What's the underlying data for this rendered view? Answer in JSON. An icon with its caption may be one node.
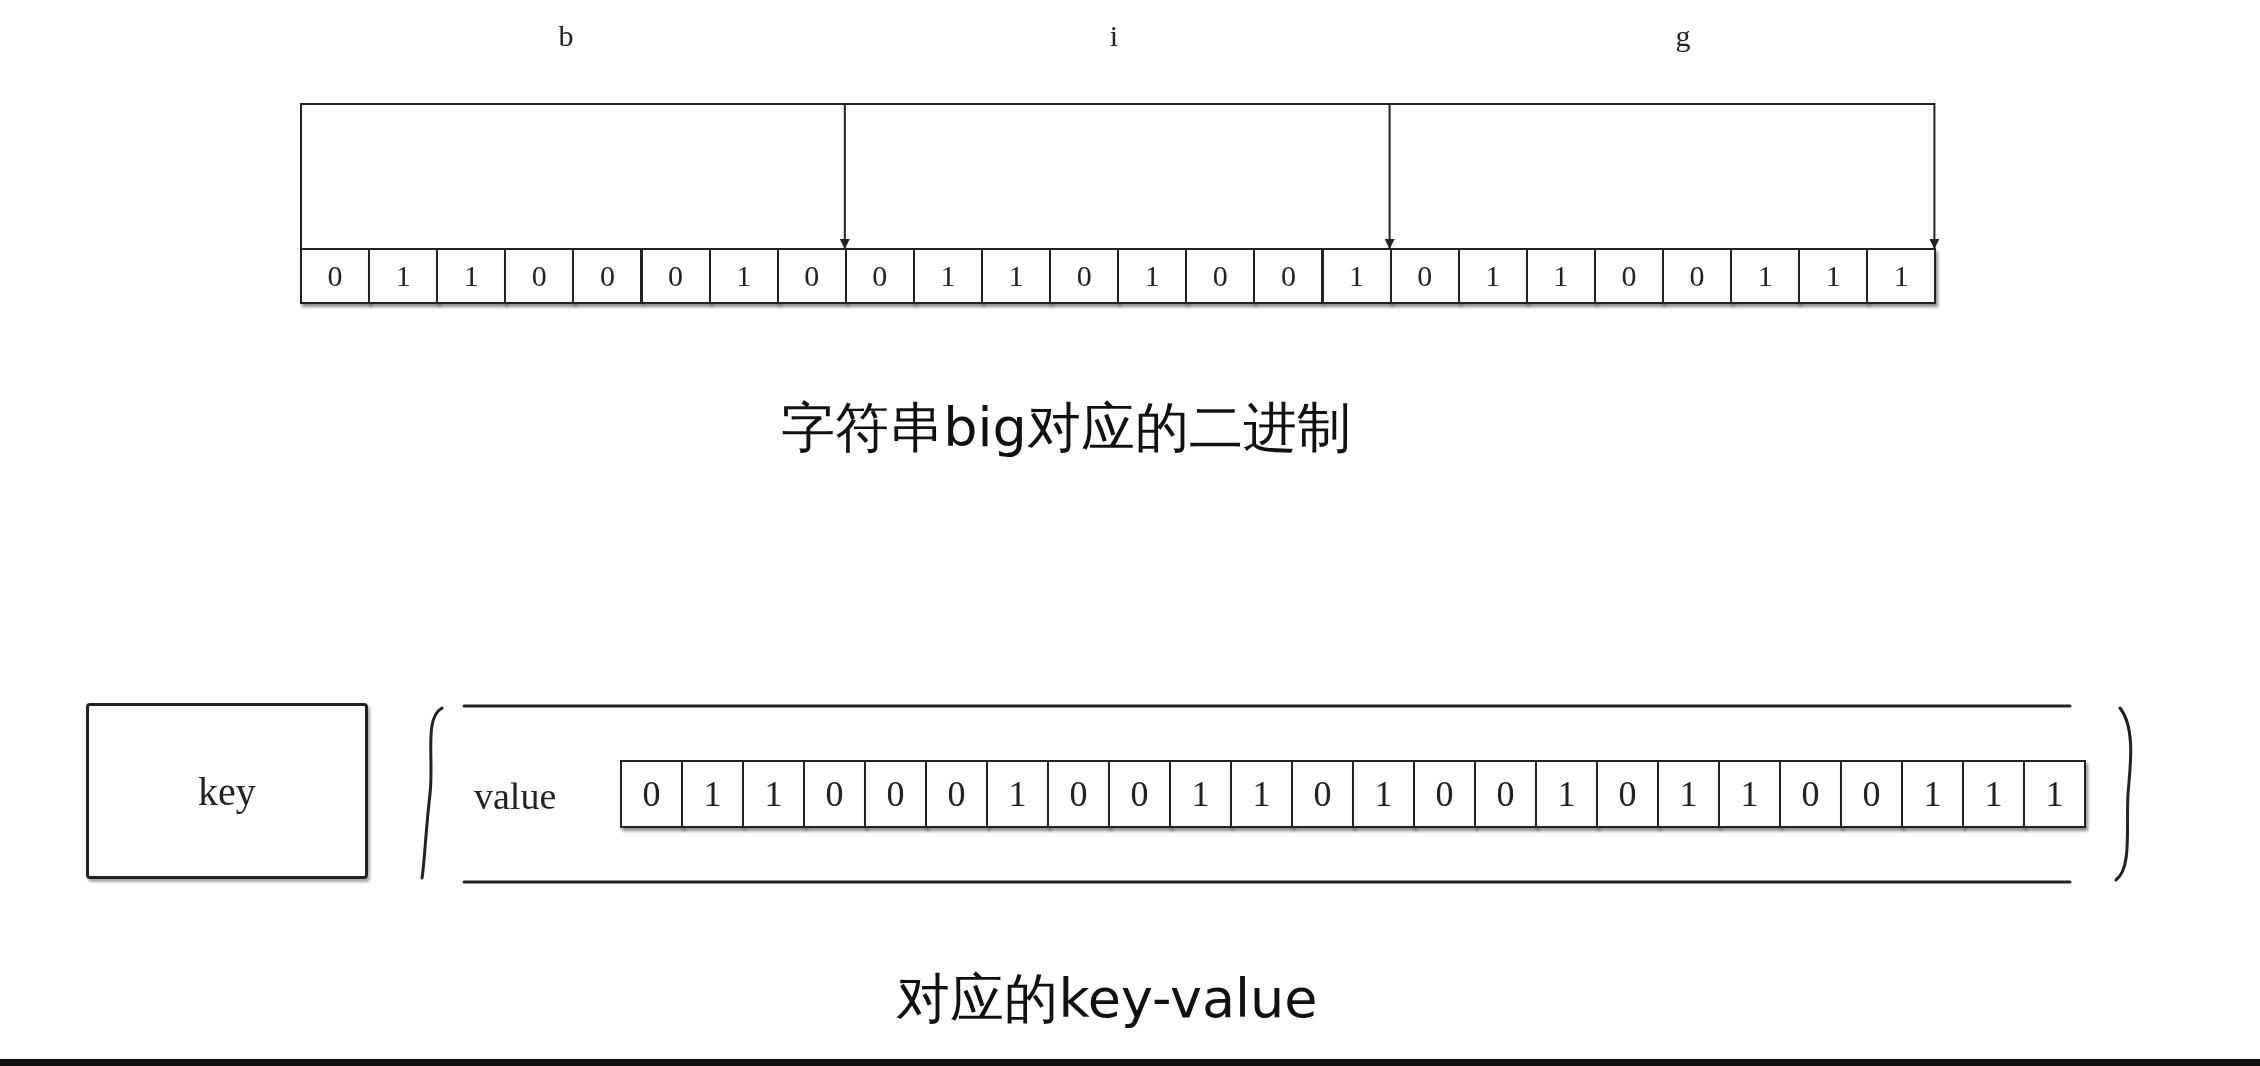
{
  "diagram": {
    "nodes": [
      {
        "text": [
          "0"
        ]
      },
      {
        "text": [
          "1"
        ]
      },
      {
        "text": [
          "1"
        ]
      },
      {
        "text": [
          "0"
        ]
      },
      {
        "text": [
          "0"
        ]
      },
      {
        "text": [
          "0"
        ]
      },
      {
        "text": [
          "1"
        ]
      },
      {
        "text": [
          "0"
        ]
      },
      {
        "text": [
          "0"
        ]
      },
      {
        "text": [
          "1"
        ]
      },
      {
        "text": [
          "1"
        ]
      },
      {
        "text": [
          "0"
        ]
      },
      {
        "text": [
          "1"
        ]
      },
      {
        "text": [
          "0"
        ]
      },
      {
        "text": [
          "0"
        ]
      },
      {
        "text": [
          "1"
        ]
      },
      {
        "text": [
          "0"
        ]
      },
      {
        "text": [
          "1"
        ]
      },
      {
        "text": [
          "1"
        ]
      },
      {
        "text": [
          "0"
        ]
      },
      {
        "text": [
          "0"
        ]
      },
      {
        "text": [
          "1"
        ]
      },
      {
        "text": [
          "1"
        ]
      },
      {
        "text": [
          "1"
        ]
      },
      {
        "text": [
          "key"
        ]
      },
      {
        "text": [
          "value"
        ]
      },
      {
        "text": [
          "0"
        ],
        "in": 25
      },
      {
        "text": [
          "1"
        ],
        "in": 25
      },
      {
        "text": [
          "1"
        ],
        "in": 25
      },
      {
        "text": [
          "0"
        ],
        "in": 25
      },
      {
        "text": [
          "0"
        ],
        "in": 25
      },
      {
        "text": [
          "0"
        ],
        "in": 25
      },
      {
        "text": [
          "1"
        ],
        "in": 25
      },
      {
        "text": [
          "0"
        ],
        "in": 25
      },
      {
        "text": [
          "0"
        ],
        "in": 25
      },
      {
        "text": [
          "1"
        ],
        "in": 25
      },
      {
        "text": [
          "1"
        ],
        "in": 25
      },
      {
        "text": [
          "0"
        ],
        "in": 25
      },
      {
        "text": [
          "1"
        ],
        "in": 25
      },
      {
        "text": [
          "0"
        ],
        "in": 25
      },
      {
        "text": [
          "0"
        ],
        "in": 25
      },
      {
        "text": [
          "1"
        ],
        "in": 25
      },
      {
        "text": [
          "0"
        ],
        "in": 25
      },
      {
        "text": [
          "1"
        ],
        "in": 25
      },
      {
        "text": [
          "1"
        ],
        "in": 25
      },
      {
        "text": [
          "0"
        ],
        "in": 25
      },
      {
        "text": [
          "0"
        ],
        "in": 25
      },
      {
        "text": [
          "1"
        ],
        "in": 25
      },
      {
        "text": [
          "1"
        ],
        "in": 25
      },
      {
        "text": [
          "1"
        ],
        "in": 25
      }
    ],
    "edges": [
      {
        "from": 0,
        "to": 7,
        "arrow": "to"
      },
      {
        "from": 0,
        "to": 15,
        "arrow": "to"
      },
      {
        "from": 0,
        "to": 23,
        "arrow": "to"
      }
    ],
    "labels": [
      "b",
      "i",
      "g",
      "字符串big对应的二进制",
      "对应的key-value"
    ]
  }
}
